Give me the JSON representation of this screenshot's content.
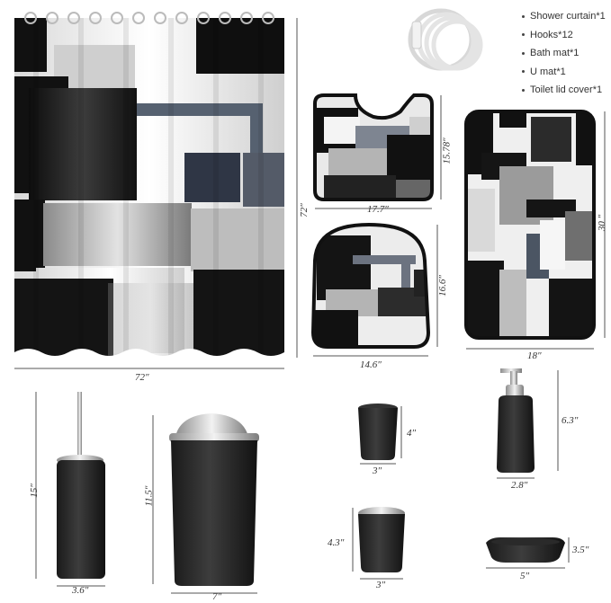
{
  "items": [
    {
      "name": "Shower curtain*1"
    },
    {
      "name": "Hooks*12"
    },
    {
      "name": "Bath mat*1"
    },
    {
      "name": "U mat*1"
    },
    {
      "name": "Toilet lid cover*1"
    }
  ],
  "dimensions": {
    "curtain_width": "72″",
    "curtain_height": "72″",
    "umat_width": "17.7″",
    "umat_height": "15.78″",
    "lid_width": "14.6″",
    "lid_height": "16.6″",
    "bathmat_width": "18″",
    "bathmat_height": "30 ″",
    "brush_width": "3.6″",
    "brush_height": "15″",
    "bin_width": "7″",
    "bin_height": "11.5″",
    "cup_width": "3″",
    "cup_height": "4″",
    "holder_width": "3″",
    "holder_height": "4.3″",
    "dispenser_width": "2.8″",
    "dispenser_height": "6.3″",
    "soapdish_width": "5″",
    "soapdish_height": "3.5″"
  },
  "colors": {
    "black": "#151515",
    "dark_gray": "#3a3a3a",
    "mid_gray": "#8c8c8c",
    "light_gray": "#c8c8c8",
    "slate": "#4b5563",
    "white": "#f4f4f4"
  }
}
